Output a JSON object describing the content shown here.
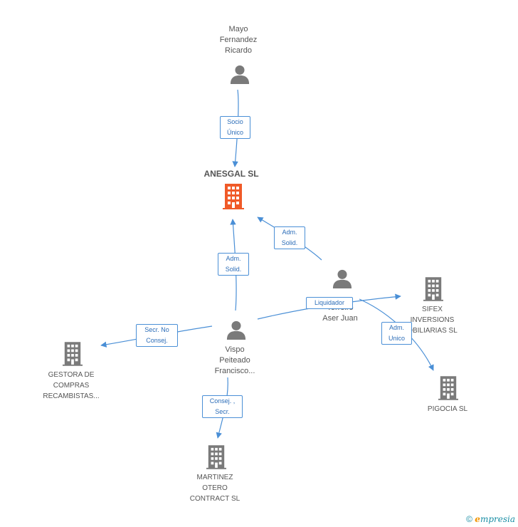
{
  "colors": {
    "edge": "#4a8fd6",
    "person": "#7a7a7a",
    "company": "#7a7a7a",
    "company_main": "#f05a28"
  },
  "nodes": {
    "mayo": {
      "label": "Mayo\nFernandez\nRicardo",
      "icon": "person-icon"
    },
    "anesgal": {
      "label": "ANESGAL SL",
      "icon": "building-icon"
    },
    "vispo": {
      "label": "Vispo\nPeiteado\nFrancisco...",
      "icon": "person-icon"
    },
    "aser": {
      "label": "Torreiro\nAser Juan",
      "icon": "person-icon"
    },
    "sifex": {
      "label": "SIFEX\nINVERSIONS\nOBILIARIAS SL",
      "icon": "building-icon"
    },
    "pigocia": {
      "label": "PIGOCIA SL",
      "icon": "building-icon"
    },
    "gestora": {
      "label": "GESTORA DE\nCOMPRAS\nRECAMBISTAS...",
      "icon": "building-icon"
    },
    "martinez": {
      "label": "MARTINEZ\nOTERO\nCONTRACT SL",
      "icon": "building-icon"
    }
  },
  "edges": {
    "socio_unico": "Socio\nÚnico",
    "adm_solid_aser": "Adm.\nSolid.",
    "adm_solid_vispo": "Adm.\nSolid.",
    "liquidador": "Liquidador",
    "adm_unico": "Adm.\nUnico",
    "secr_no_consej": "Secr. No\nConsej.",
    "consej_secr": "Consej. ,\nSecr."
  },
  "footer": {
    "copyright_symbol": "©",
    "brand_initial": "e",
    "brand_rest": "mpresia"
  }
}
